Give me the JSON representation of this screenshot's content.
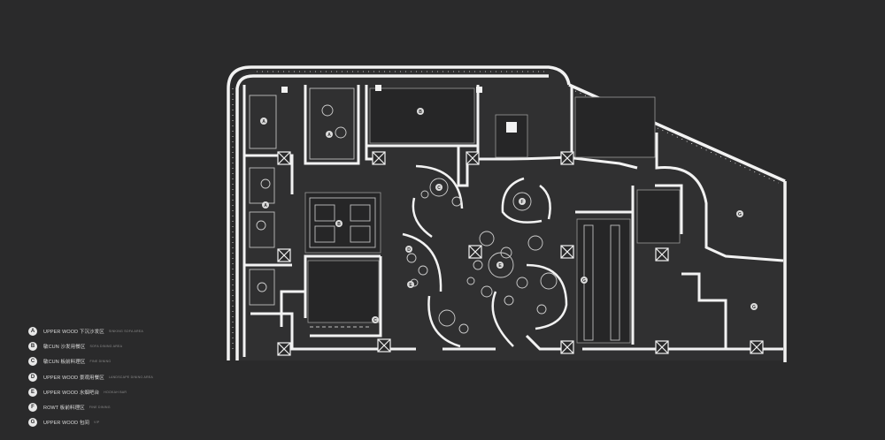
{
  "colors": {
    "background": "#2a2a2b",
    "wall": "#f2f2f2",
    "fill": "#3a3a3a",
    "line": "#8e8e8e"
  },
  "zones": [
    {
      "letter": "A",
      "cx": 0,
      "cy": 0
    }
  ],
  "legend": [
    {
      "letter": "A",
      "label": "UPPER WOOD  下沉沙发区",
      "sub": "SINKING SOFA AREA"
    },
    {
      "letter": "B",
      "label": "敏CUN  沙发用餐区",
      "sub": "SOFA DINING AREA"
    },
    {
      "letter": "C",
      "label": "敏CUN  板前料理区",
      "sub": "FINE DINING"
    },
    {
      "letter": "D",
      "label": "UPPER WOOD  景观用餐区",
      "sub": "LANDSCAPE DINING AREA"
    },
    {
      "letter": "E",
      "label": "UPPER WOOD  水烟吧台",
      "sub": "HOOKAH BAR"
    },
    {
      "letter": "F",
      "label": "ROWT  板前料理区",
      "sub": "FINE DINING"
    },
    {
      "letter": "G",
      "label": "UPPER WOOD  包间",
      "sub": "VIP"
    }
  ],
  "plan_markers": [
    "A",
    "A",
    "A",
    "B",
    "B",
    "C",
    "C",
    "D",
    "E",
    "E",
    "F",
    "G",
    "G",
    "G"
  ]
}
